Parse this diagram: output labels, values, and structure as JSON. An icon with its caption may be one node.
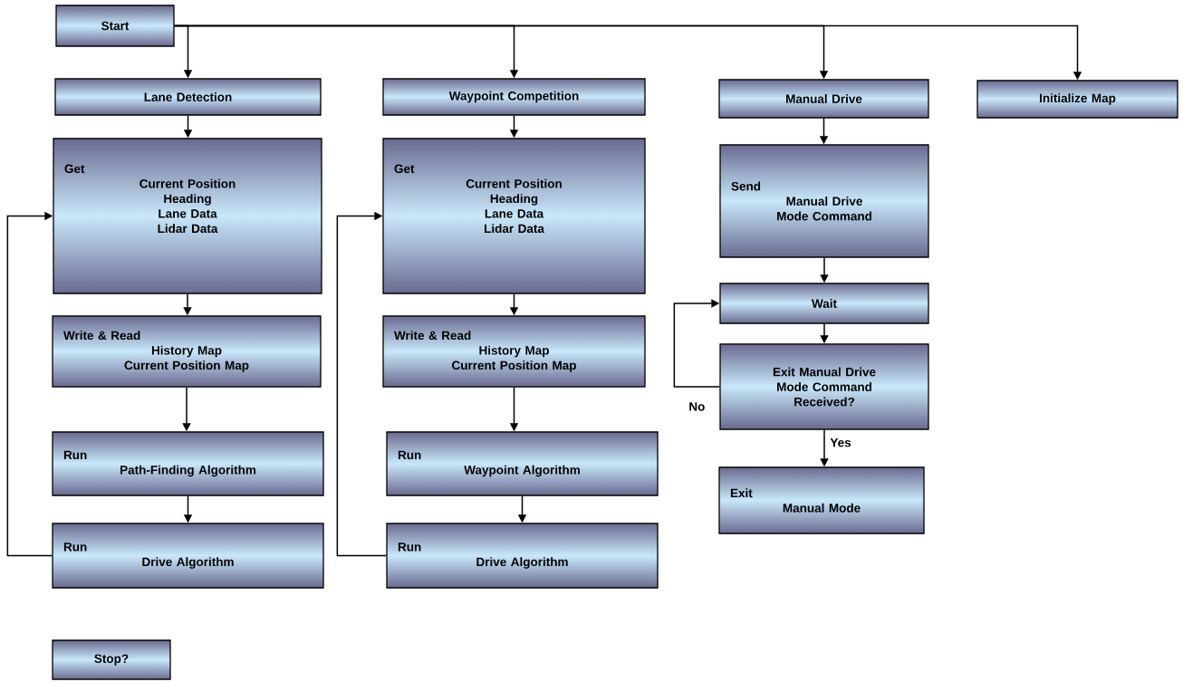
{
  "diagram": {
    "nodes": [
      {
        "text": [
          "Start"
        ]
      },
      {
        "text": [
          "Lane Detection"
        ]
      },
      {
        "text": [
          "Waypoint Competition"
        ]
      },
      {
        "text": [
          "Manual Drive"
        ]
      },
      {
        "text": [
          "Initialize Map"
        ]
      },
      {
        "text": [
          "Get",
          "Current Position",
          "Heading",
          "Lane Data",
          "Lidar Data"
        ]
      },
      {
        "text": [
          "Write & Read",
          "History Map",
          "Current Position Map"
        ]
      },
      {
        "text": [
          "Run",
          "Path-Finding Algorithm"
        ]
      },
      {
        "text": [
          "Run",
          "Drive Algorithm"
        ]
      },
      {
        "text": [
          "Get",
          "Current Position",
          "Heading",
          "Lane Data",
          "Lidar Data"
        ]
      },
      {
        "text": [
          "Write & Read",
          "History Map",
          "Current Position Map"
        ]
      },
      {
        "text": [
          "Run",
          "Waypoint Algorithm"
        ]
      },
      {
        "text": [
          "Run",
          "Drive Algorithm"
        ]
      },
      {
        "text": [
          "Send",
          "Manual Drive",
          "Mode Command"
        ]
      },
      {
        "text": [
          "Wait"
        ]
      },
      {
        "text": [
          "Exit Manual Drive Mode Command Received?"
        ]
      },
      {
        "text": [
          "Exit",
          "Manual Mode"
        ]
      },
      {
        "text": [
          "Stop?"
        ]
      }
    ],
    "edges": [
      {
        "from": 0,
        "to": 1,
        "arrow": "to"
      },
      {
        "from": 0,
        "to": 2,
        "arrow": "to"
      },
      {
        "from": 0,
        "to": 3,
        "arrow": "to"
      },
      {
        "from": 0,
        "to": 4,
        "arrow": "to"
      },
      {
        "from": 1,
        "to": 5,
        "arrow": "to"
      },
      {
        "from": 5,
        "to": 6,
        "arrow": "to"
      },
      {
        "from": 6,
        "to": 7,
        "arrow": "to"
      },
      {
        "from": 7,
        "to": 8,
        "arrow": "to"
      },
      {
        "from": 8,
        "to": 5,
        "arrow": "to"
      },
      {
        "from": 2,
        "to": 9,
        "arrow": "to"
      },
      {
        "from": 9,
        "to": 10,
        "arrow": "to"
      },
      {
        "from": 10,
        "to": 11,
        "arrow": "to"
      },
      {
        "from": 11,
        "to": 12,
        "arrow": "to"
      },
      {
        "from": 12,
        "to": 9,
        "arrow": "to"
      },
      {
        "from": 3,
        "to": 13,
        "arrow": "to"
      },
      {
        "from": 13,
        "to": 14,
        "arrow": "to"
      },
      {
        "from": 14,
        "to": 15,
        "arrow": "to"
      },
      {
        "from": 15,
        "to": 14,
        "arrow": "to",
        "label": "No"
      },
      {
        "from": 15,
        "to": 16,
        "arrow": "to",
        "label": "Yes"
      }
    ]
  }
}
